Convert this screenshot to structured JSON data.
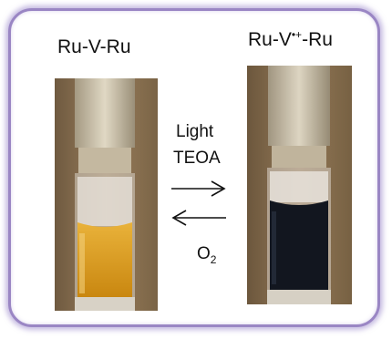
{
  "labels": {
    "left": "Ru-V-Ru",
    "right_base": "Ru-V",
    "right_sup": "•+",
    "right_tail": "-Ru"
  },
  "conditions": {
    "forward_line1": "Light",
    "forward_line2": "TEOA",
    "reverse_base": "O",
    "reverse_sub": "2"
  },
  "colors": {
    "frame_border": "#9a86c4",
    "solution_left": "#d79a1c",
    "solution_right": "#12161f",
    "background_photo": "#8a7052"
  }
}
